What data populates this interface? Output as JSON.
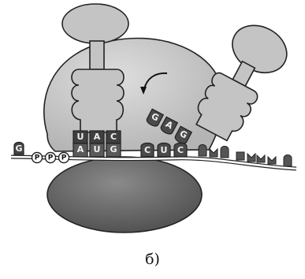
{
  "caption": "б)",
  "trna_left": {
    "anticodon_top": [
      "U",
      "A",
      "C"
    ],
    "codon_bottom": [
      "A",
      "U",
      "G"
    ]
  },
  "trna_right": {
    "anticodon": [
      "G",
      "A",
      "G"
    ],
    "codon": [
      "C",
      "U",
      "C"
    ]
  },
  "cap": {
    "g_label": "G",
    "phosphates": [
      "P",
      "P",
      "P"
    ]
  },
  "colors": {
    "large_subunit": "#c8c8c8",
    "small_subunit": "#6e6e6e",
    "trna": "#bdbdbd",
    "codon_block": "#4a4a4a",
    "mrna": "#ffffff"
  }
}
